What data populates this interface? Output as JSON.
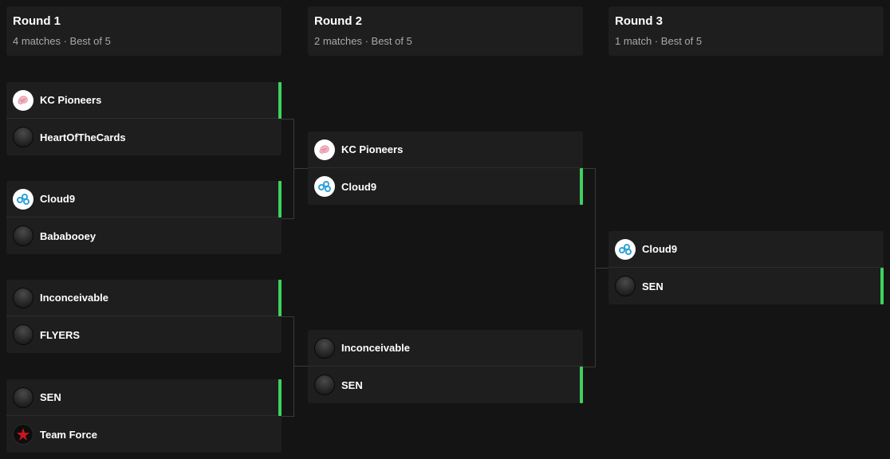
{
  "rounds": [
    {
      "title": "Round 1",
      "subtitle": "4 matches · Best of 5"
    },
    {
      "title": "Round 2",
      "subtitle": "2 matches · Best of 5"
    },
    {
      "title": "Round 3",
      "subtitle": "1 match · Best of 5"
    }
  ],
  "matches": {
    "r1m1": {
      "top": "KC Pioneers",
      "bottom": "HeartOfTheCards",
      "winner": "top"
    },
    "r1m2": {
      "top": "Cloud9",
      "bottom": "Bababooey",
      "winner": "top"
    },
    "r1m3": {
      "top": "Inconceivable",
      "bottom": "FLYERS",
      "winner": "top"
    },
    "r1m4": {
      "top": "SEN",
      "bottom": "Team Force",
      "winner": "top"
    },
    "r2m1": {
      "top": "KC Pioneers",
      "bottom": "Cloud9",
      "winner": "bottom"
    },
    "r2m2": {
      "top": "Inconceivable",
      "bottom": "SEN",
      "winner": "bottom"
    },
    "r3m1": {
      "top": "Cloud9",
      "bottom": "SEN",
      "winner": "bottom"
    }
  },
  "colors": {
    "winner_bar": "#3fd15f",
    "background": "#141414",
    "card": "#1e1e1e"
  },
  "icons": {
    "KC Pioneers": "kc-pioneers-logo-icon",
    "Cloud9": "cloud9-logo-icon",
    "Team Force": "team-force-logo-icon",
    "default": "team-placeholder-icon"
  }
}
